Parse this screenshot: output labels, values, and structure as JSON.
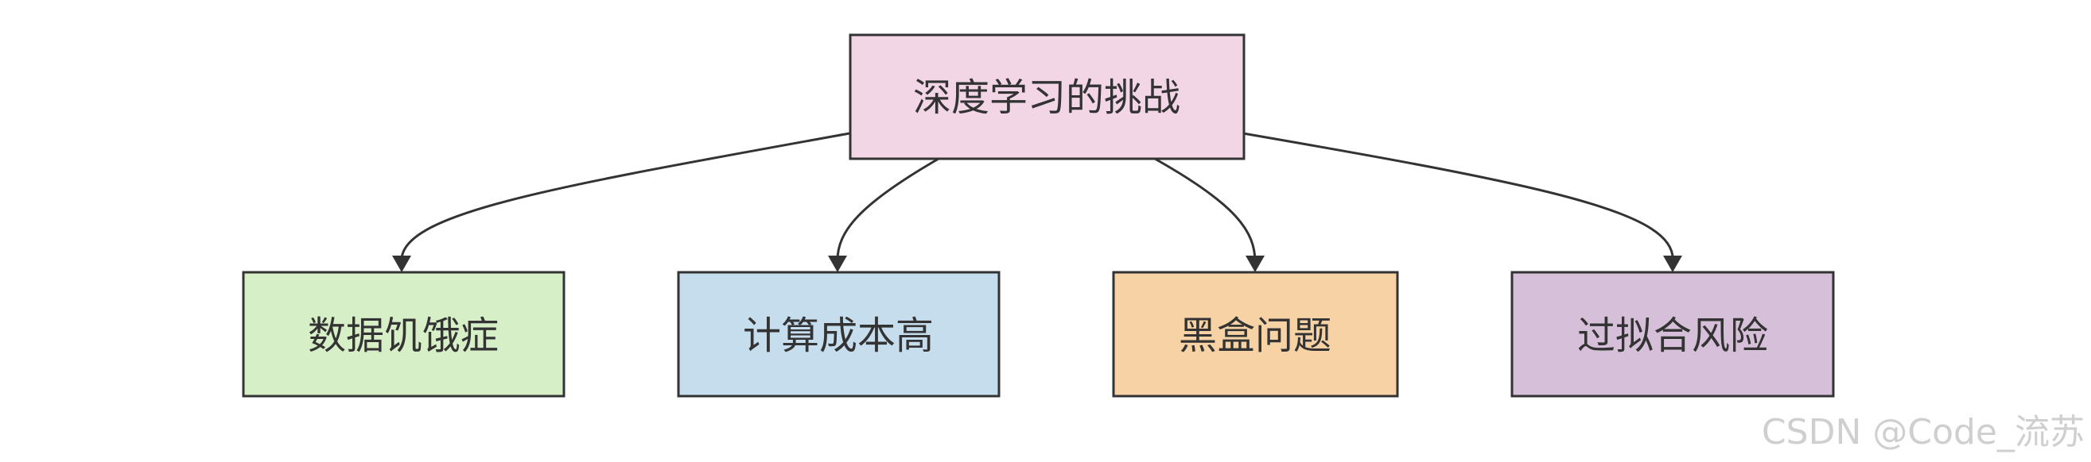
{
  "diagram": {
    "root": {
      "label": "深度学习的挑战",
      "fill": "#f2d6e6"
    },
    "children": [
      {
        "label": "数据饥饿症",
        "fill": "#d7efc7"
      },
      {
        "label": "计算成本高",
        "fill": "#c6ddee"
      },
      {
        "label": "黑盒问题",
        "fill": "#f6d2a4"
      },
      {
        "label": "过拟合风险",
        "fill": "#d6bfd8"
      }
    ]
  },
  "watermark": "CSDN @Code_流苏"
}
